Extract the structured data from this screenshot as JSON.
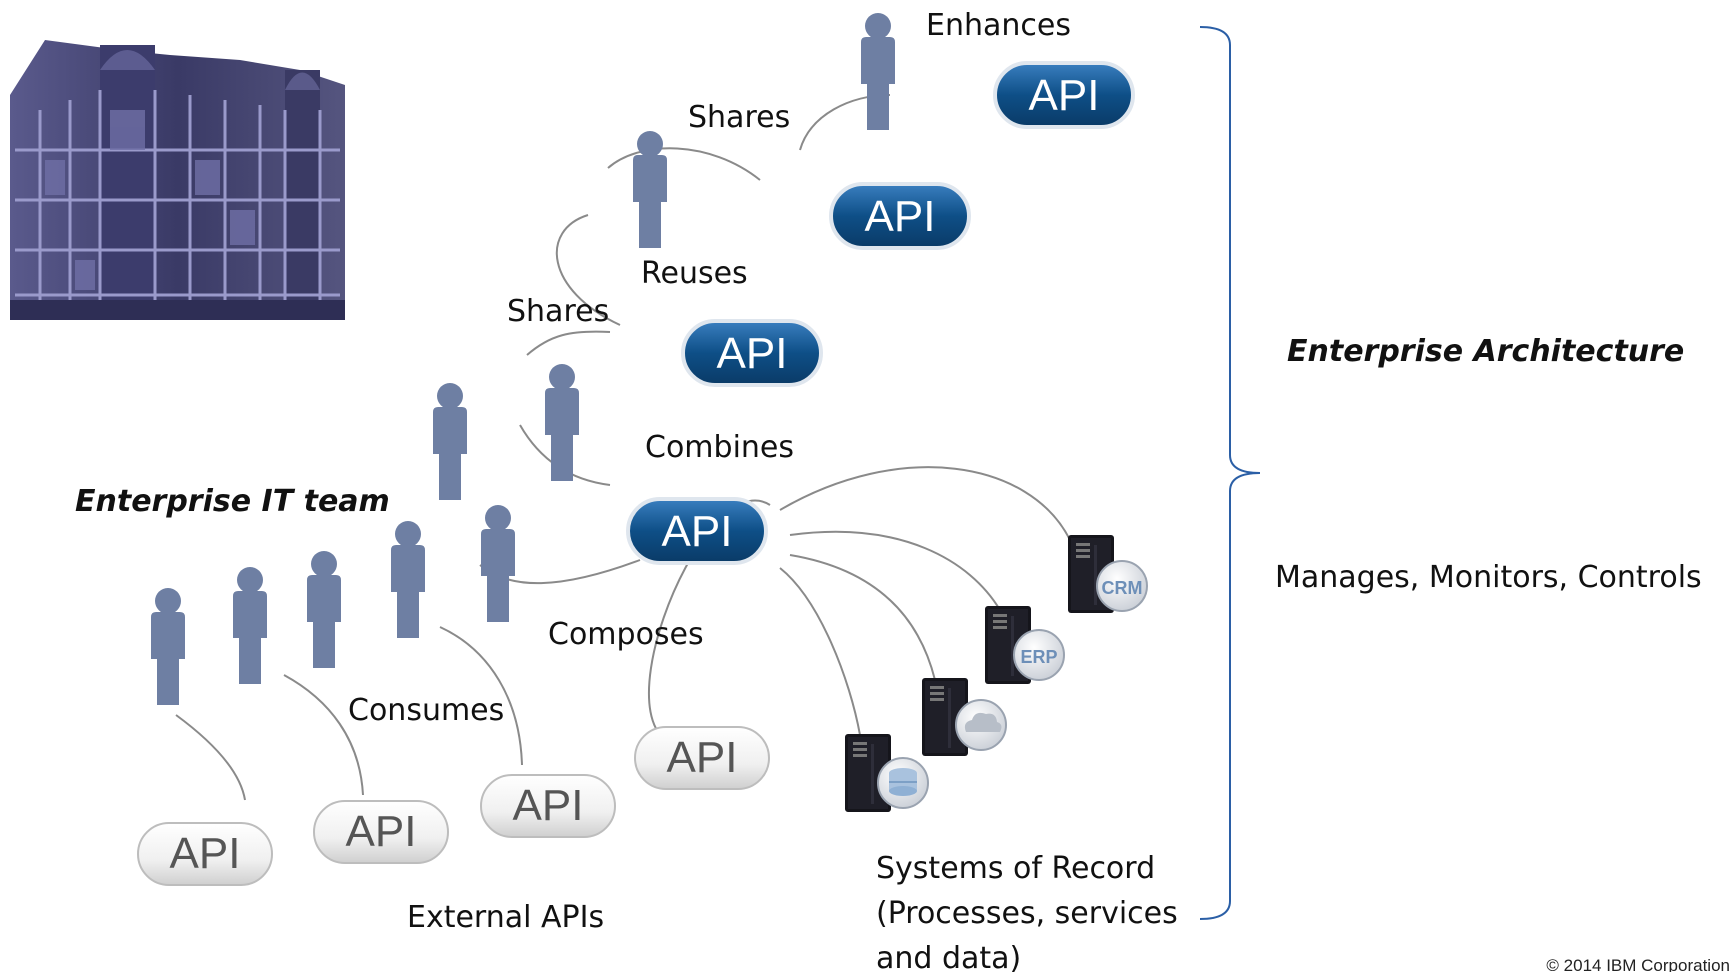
{
  "labels": {
    "enhances": "Enhances",
    "shares_top": "Shares",
    "reuses": "Reuses",
    "shares_mid": "Shares",
    "combines": "Combines",
    "composes": "Composes",
    "consumes": "Consumes",
    "enterprise_it_team": "Enterprise IT team",
    "external_apis": "External APIs",
    "systems_of_record_1": "Systems of Record",
    "systems_of_record_2": "(Processes, services",
    "systems_of_record_3": "and data)",
    "enterprise_architecture": "Enterprise Architecture",
    "manages": "Manages, Monitors, Controls",
    "copyright": "© 2014 IBM Corporation"
  },
  "api_label": "API",
  "server_badges": [
    "CRM",
    "ERP"
  ],
  "colors": {
    "person": "#6e7fa3",
    "api_blue": "#0e4f87",
    "api_light": "#f2f2f2",
    "brace": "#2b5fa6",
    "connector": "#8a8a8a",
    "server": "#16161c",
    "building": "#4c4c7a"
  }
}
